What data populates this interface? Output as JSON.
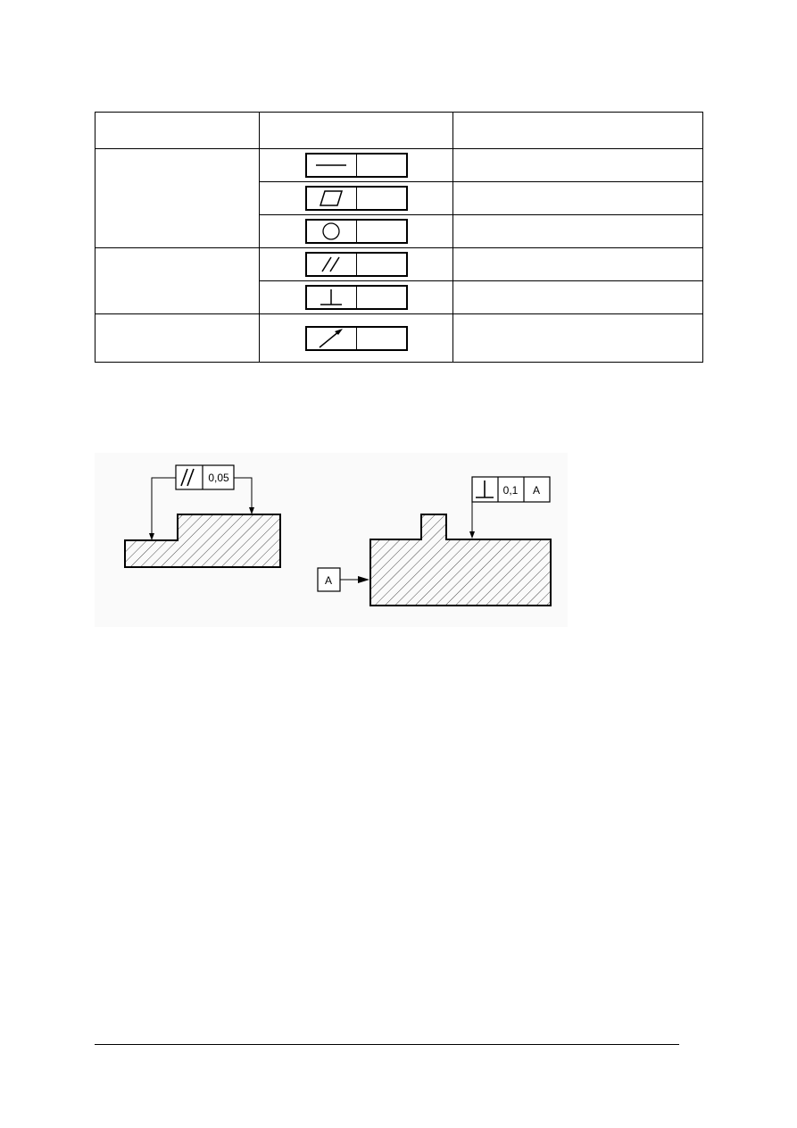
{
  "table": {
    "header": [
      "",
      "",
      ""
    ],
    "rows": [
      {
        "symbol": "straightness-icon",
        "group": "",
        "desc": ""
      },
      {
        "symbol": "flatness-icon",
        "group": "",
        "desc": ""
      },
      {
        "symbol": "circularity-icon",
        "group": "",
        "desc": ""
      },
      {
        "symbol": "parallelism-icon",
        "group": "",
        "desc": ""
      },
      {
        "symbol": "perpendicularity-icon",
        "group": "",
        "desc": ""
      },
      {
        "symbol": "runout-icon",
        "group": "",
        "desc": ""
      }
    ]
  },
  "drawing": {
    "left_part": {
      "symbol": "parallelism-icon",
      "tolerance": "0,05"
    },
    "right_part": {
      "symbol": "perpendicularity-icon",
      "tolerance": "0,1",
      "datum": "A"
    },
    "datum_label": "A"
  }
}
